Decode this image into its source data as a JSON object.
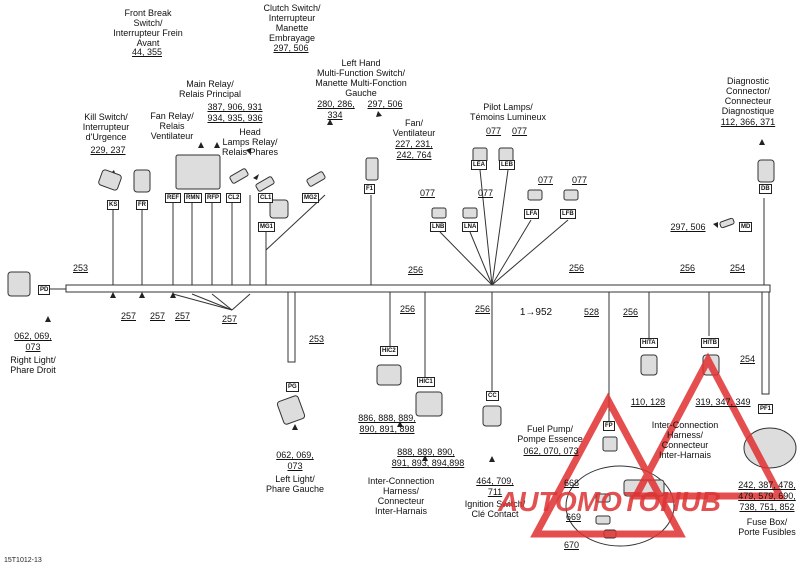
{
  "labels": {
    "front_brake": "Front Break\nSwitch/\nInterrupteur Frein\nAvant",
    "front_brake_pages": "44, 355",
    "clutch": "Clutch Switch/\nInterrupteur\nManette\nEmbrayage",
    "clutch_pages": "297, 506",
    "main_relay": "Main Relay/\nRelais Principal",
    "main_relay_pages1": "387, 906, 931",
    "main_relay_pages2": "934, 935, 936",
    "fan_relay": "Fan Relay/\nRelais\nVentilateur",
    "head_relay": "Head\nLamps Relay/\nRelais Phares",
    "kill_switch": "Kill Switch/\nInterrupteur\nd'Urgence",
    "kill_pages": "229, 237",
    "left_hand": "Left Hand\nMulti-Function Switch/\nManette Multi-Fonction\nGauche",
    "left_hand_pages1": "280, 286,",
    "left_hand_pages2": "334",
    "left_hand_pages3": "297, 506",
    "fan": "Fan/\nVentilateur",
    "fan_pages1": "227, 231,",
    "fan_pages2": "242, 764",
    "pilot": "Pilot Lamps/\nTémoins Lumineux",
    "diag": "Diagnostic\nConnector/\nConnecteur\nDiagnostique",
    "diag_pages": "112, 366, 371",
    "right_light": "Right Light/\nPhare Droit",
    "right_pages1": "062, 069,",
    "right_pages2": "073",
    "left_light": "Left Light/\nPhare Gauche",
    "left_pages1": "062, 069,",
    "left_pages2": "073",
    "hic2_pages1": "886, 888, 889,",
    "hic2_pages2": "890, 891, 898",
    "hic1_pages1": "888, 889, 890,",
    "hic1_pages2": "891, 893, 894,898",
    "interconn": "Inter-Connection\nHarness/\nConnecteur\nInter-Harnais",
    "ignition_pages1": "464, 709,",
    "ignition_pages2": "711",
    "ignition": "Ignition Switch/\nClé Contact",
    "fuel_pump": "Fuel Pump/\nPompe Essence",
    "fuel_pages": "062, 070, 073",
    "interconn2": "Inter-Connection\nHarness/\nConnecteur\nInter-Harnais",
    "hita_pages": "110, 128",
    "hitb_pages": "319, 347, 349",
    "fuse_pages1": "242, 387, 478,",
    "fuse_pages2": "479, 579, 690,",
    "fuse_pages3": "738, 751, 852",
    "fuse_box": "Fuse Box/\nPorte Fusibles",
    "md_pages": "297, 506",
    "f668": "668",
    "f669": "669",
    "f670": "670",
    "goto": "1→952",
    "figure_id": "15T1012-13",
    "watermark": "AUTOMOTOHUB"
  },
  "tags": [
    "PD",
    "KS",
    "FR",
    "REF",
    "RMN",
    "RFP",
    "CL2",
    "CL1",
    "MG1",
    "MG2",
    "F1",
    "LEA",
    "LEB",
    "LNB",
    "LNA",
    "LFA",
    "LFB",
    "DB",
    "MD",
    "PG",
    "HIC2",
    "HIC1",
    "CC",
    "FP",
    "HITA",
    "HITB",
    "PF1"
  ],
  "segments": {
    "s253a": "253",
    "s253b": "253",
    "s257a": "257",
    "s257b": "257",
    "s257c": "257",
    "s257d": "257",
    "s256a": "256",
    "s256b": "256",
    "s256c": "256",
    "s256d": "256",
    "s256e": "256",
    "s256f": "256",
    "s254a": "254",
    "s254b": "254",
    "s528": "528",
    "p077a": "077",
    "p077b": "077",
    "p077c": "077",
    "p077d": "077",
    "p077e": "077",
    "p077f": "077"
  },
  "colors": {
    "line": "#222222",
    "watermark": "#e03030"
  }
}
